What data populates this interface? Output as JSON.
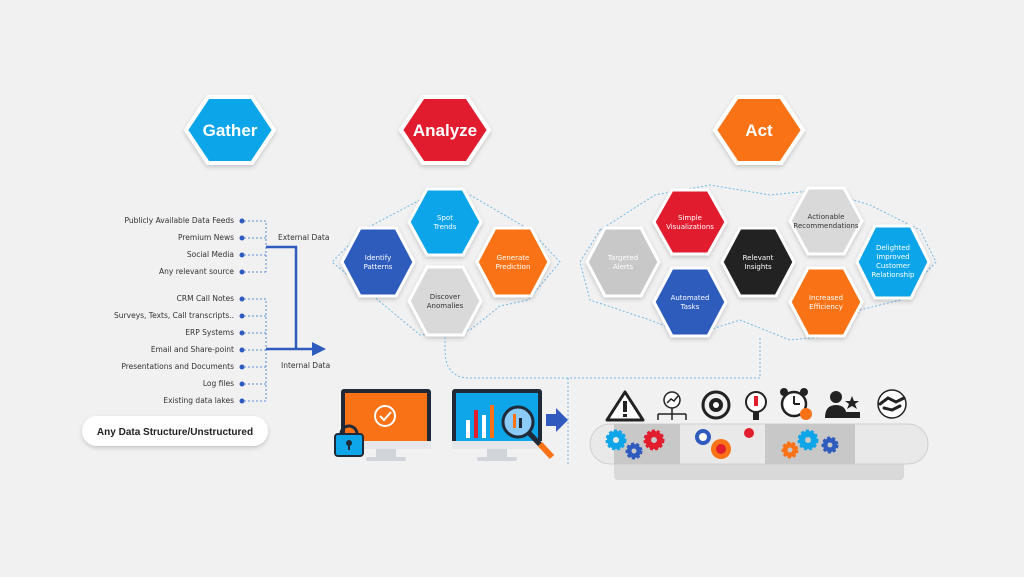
{
  "stages": {
    "gather": {
      "label": "Gather",
      "color": "#0ea5e9"
    },
    "analyze": {
      "label": "Analyze",
      "color": "#e11d2e"
    },
    "act": {
      "label": "Act",
      "color": "#f97316"
    }
  },
  "gather": {
    "external_label": "External Data",
    "internal_label": "Internal Data",
    "external_sources": [
      "Publicly Available Data Feeds",
      "Premium News",
      "Social Media",
      "Any relevant source"
    ],
    "internal_sources": [
      "CRM Call Notes",
      "Surveys, Texts, Call transcripts..",
      "ERP Systems",
      "Email and Share-point",
      "Presentations and Documents",
      "Log files",
      "Existing data lakes"
    ],
    "structure_button": "Any Data Structure/Unstructured"
  },
  "analyze": {
    "hexes": [
      {
        "lines": [
          "Spot",
          "Trends"
        ],
        "color": "#0ea5e9"
      },
      {
        "lines": [
          "Identify",
          "Patterns"
        ],
        "color": "#2e5bbd"
      },
      {
        "lines": [
          "Generate",
          "Prediction"
        ],
        "color": "#f97316"
      },
      {
        "lines": [
          "Discover",
          "Anomalies"
        ],
        "color": "#d9d9d9"
      }
    ]
  },
  "act": {
    "hexes": [
      {
        "lines": [
          "Simple",
          "Visualizations"
        ],
        "color": "#e11d2e"
      },
      {
        "lines": [
          "Actionable",
          "Recommendations"
        ],
        "color": "#d9d9d9"
      },
      {
        "lines": [
          "Targeted",
          "Alerts"
        ],
        "color": "#c8c8c8"
      },
      {
        "lines": [
          "Relevant",
          "Insights"
        ],
        "color": "#222222"
      },
      {
        "lines": [
          "Delighted",
          "Improved",
          "Customer",
          "Relationship"
        ],
        "color": "#0ea5e9"
      },
      {
        "lines": [
          "Automated",
          "Tasks"
        ],
        "color": "#2e5bbd"
      },
      {
        "lines": [
          "Increased",
          "Efficiency"
        ],
        "color": "#f97316"
      }
    ]
  },
  "icons": [
    "monitor-lock-icon",
    "monitor-chart-search-icon",
    "arrow-right-icon",
    "warning-icon",
    "decision-chart-icon",
    "cycle-gear-icon",
    "thermometer-icon",
    "alarm-clock-gear-icon",
    "user-star-icon",
    "handshake-icon"
  ]
}
